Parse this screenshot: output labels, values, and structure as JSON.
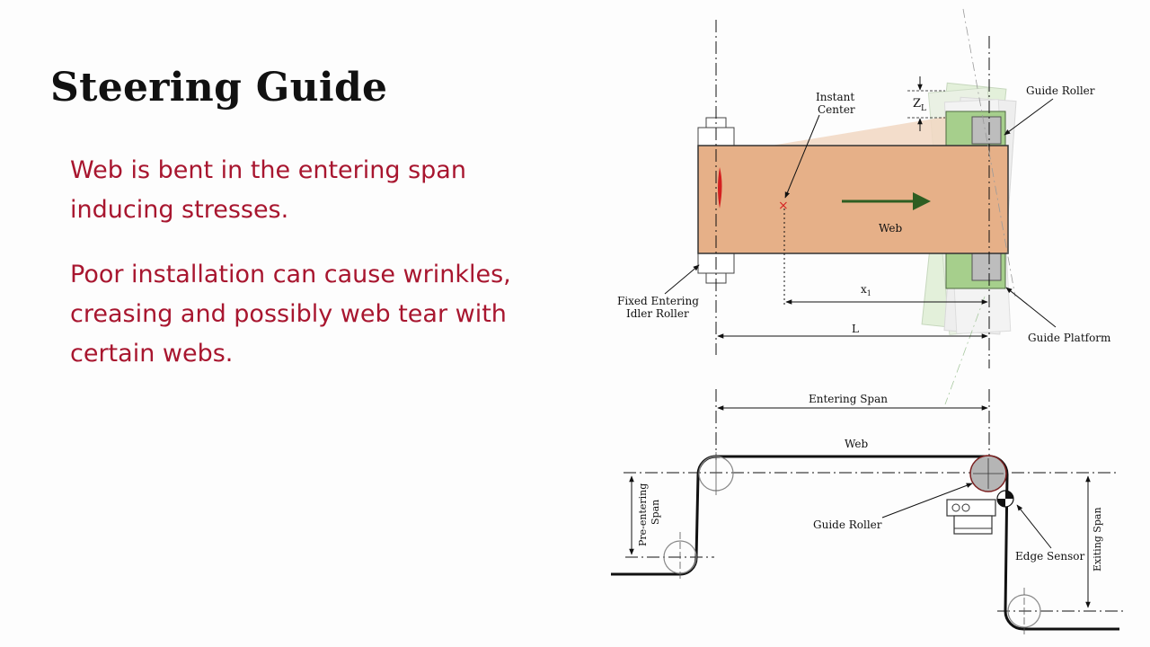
{
  "slide": {
    "title": "Steering Guide",
    "bullets": [
      "Web is bent in the entering span inducing stresses.",
      "Poor installation can cause wrinkles, creasing and possibly web tear with certain webs."
    ]
  },
  "diagram": {
    "top_view": {
      "instant_center_label_1": "Instant",
      "instant_center_label_2": "Center",
      "zl_label": "Z",
      "zl_sub": "L",
      "guide_roller_label": "Guide Roller",
      "web_label": "Web",
      "x1_label": "x",
      "x1_sub": "1",
      "l_label": "L",
      "fixed_roller_label_1": "Fixed Entering",
      "fixed_roller_label_2": "Idler Roller",
      "guide_platform_label": "Guide Platform"
    },
    "side_view": {
      "entering_span_label": "Entering Span",
      "web_label": "Web",
      "pre_entering_label_1": "Pre-entering",
      "pre_entering_label_2": "Span",
      "guide_roller_label": "Guide Roller",
      "edge_sensor_label": "Edge Sensor",
      "exiting_span_label": "Exiting Span"
    },
    "colors": {
      "web_fill": "#e6b088",
      "web_ghost": "#f1d7c2",
      "platform_green": "#a6cf8c",
      "roller_grey": "#bdbdbd",
      "arrow_green": "#2e5e22",
      "marker_red": "#d42020"
    }
  }
}
